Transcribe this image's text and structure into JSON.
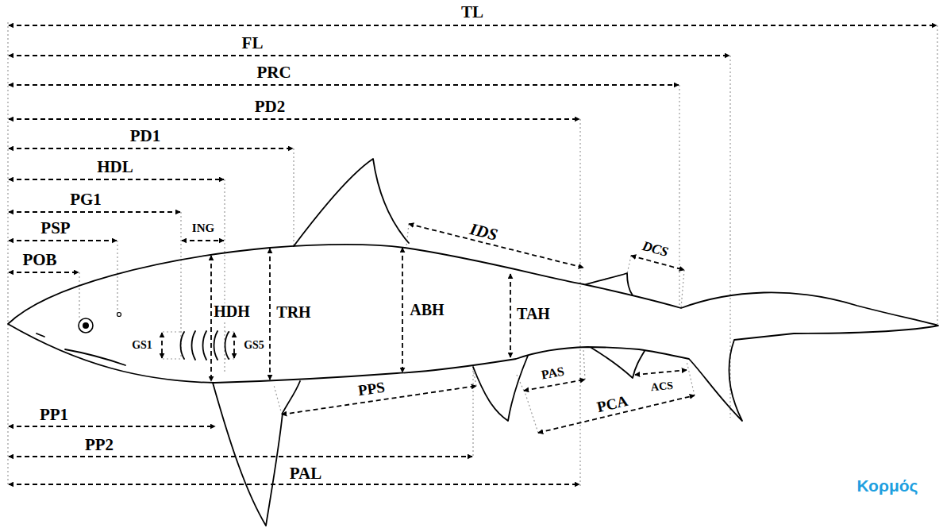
{
  "diagram": {
    "labels": [
      "TL",
      "FL",
      "PRC",
      "PD2",
      "PD1",
      "HDL",
      "PG1",
      "ING",
      "PSP",
      "POB",
      "IDS",
      "DCS",
      "HDH",
      "TRH",
      "ABH",
      "TAH",
      "GS1",
      "GS5",
      "PPS",
      "PAS",
      "ACS",
      "PCA",
      "PP1",
      "PP2",
      "PAL",
      "Κορμός"
    ]
  }
}
